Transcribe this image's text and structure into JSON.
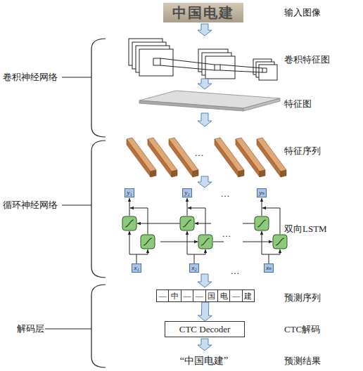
{
  "diagram": {
    "nodes": [
      {
        "text": [
          "中国电建"
        ]
      },
      {
        "text": [
          "y₁"
        ]
      },
      {
        "text": [
          "y₂"
        ]
      },
      {
        "text": [
          "yₙ"
        ]
      },
      {
        "text": [
          "x₁"
        ]
      },
      {
        "text": [
          "x₂"
        ]
      },
      {
        "text": [
          "xₙ"
        ]
      },
      {
        "text": [
          "—",
          "中",
          "—",
          "—",
          "国",
          "电",
          "—",
          "建"
        ]
      },
      {
        "text": [
          "CTC Decoder"
        ]
      }
    ],
    "edges": [
      {
        "from": 7,
        "to": 8,
        "arrow": "to"
      }
    ],
    "labels": [
      "输入图像",
      "卷积特征图",
      "特征图",
      "特征序列",
      "双向LSTM",
      "预测序列",
      "CTC解码",
      "预测结果",
      "卷积神经网络",
      "循环神经网络",
      "解码层",
      "“中国电建”",
      "…",
      "…",
      "…",
      "…"
    ]
  }
}
